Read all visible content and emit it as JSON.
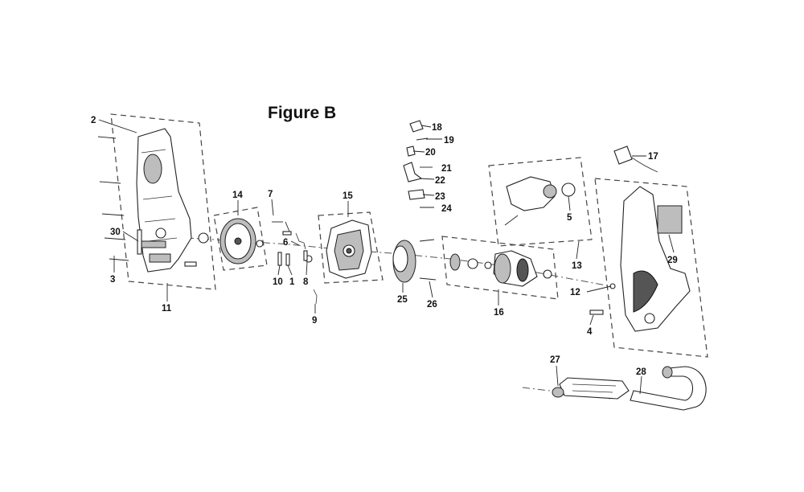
{
  "figure": {
    "title": "Figure B"
  },
  "callouts": [
    {
      "id": "2",
      "text": "2"
    },
    {
      "id": "3",
      "text": "3"
    },
    {
      "id": "30",
      "text": "30"
    },
    {
      "id": "11",
      "text": "11"
    },
    {
      "id": "14",
      "text": "14"
    },
    {
      "id": "7",
      "text": "7"
    },
    {
      "id": "6",
      "text": "6"
    },
    {
      "id": "10",
      "text": "10"
    },
    {
      "id": "1",
      "text": "1"
    },
    {
      "id": "8",
      "text": "8"
    },
    {
      "id": "9",
      "text": "9"
    },
    {
      "id": "15",
      "text": "15"
    },
    {
      "id": "25",
      "text": "25"
    },
    {
      "id": "26",
      "text": "26"
    },
    {
      "id": "16",
      "text": "16"
    },
    {
      "id": "18",
      "text": "18"
    },
    {
      "id": "19",
      "text": "19"
    },
    {
      "id": "20",
      "text": "20"
    },
    {
      "id": "21",
      "text": "21"
    },
    {
      "id": "22",
      "text": "22"
    },
    {
      "id": "23",
      "text": "23"
    },
    {
      "id": "24",
      "text": "24"
    },
    {
      "id": "5",
      "text": "5"
    },
    {
      "id": "13",
      "text": "13"
    },
    {
      "id": "12",
      "text": "12"
    },
    {
      "id": "4",
      "text": "4"
    },
    {
      "id": "17",
      "text": "17"
    },
    {
      "id": "29",
      "text": "29"
    },
    {
      "id": "27",
      "text": "27"
    },
    {
      "id": "28",
      "text": "28"
    }
  ]
}
